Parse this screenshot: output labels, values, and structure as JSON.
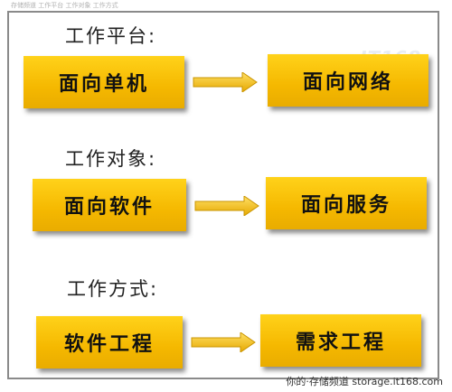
{
  "header_caption": "存储频道 工作平台 工作对象 工作方式",
  "watermark": "IT168",
  "colors": {
    "box": "#f5b800",
    "arrow": "#f0b400",
    "frame": "#8a8a8a"
  },
  "rows": [
    {
      "label": "工作平台:",
      "from": "面向单机",
      "to": "面向网络"
    },
    {
      "label": "工作对象:",
      "from": "面向软件",
      "to": "面向服务"
    },
    {
      "label": "工作方式:",
      "from": "软件工程",
      "to": "需求工程"
    }
  ],
  "footer": "你的·存储频道 storage.it168.com"
}
